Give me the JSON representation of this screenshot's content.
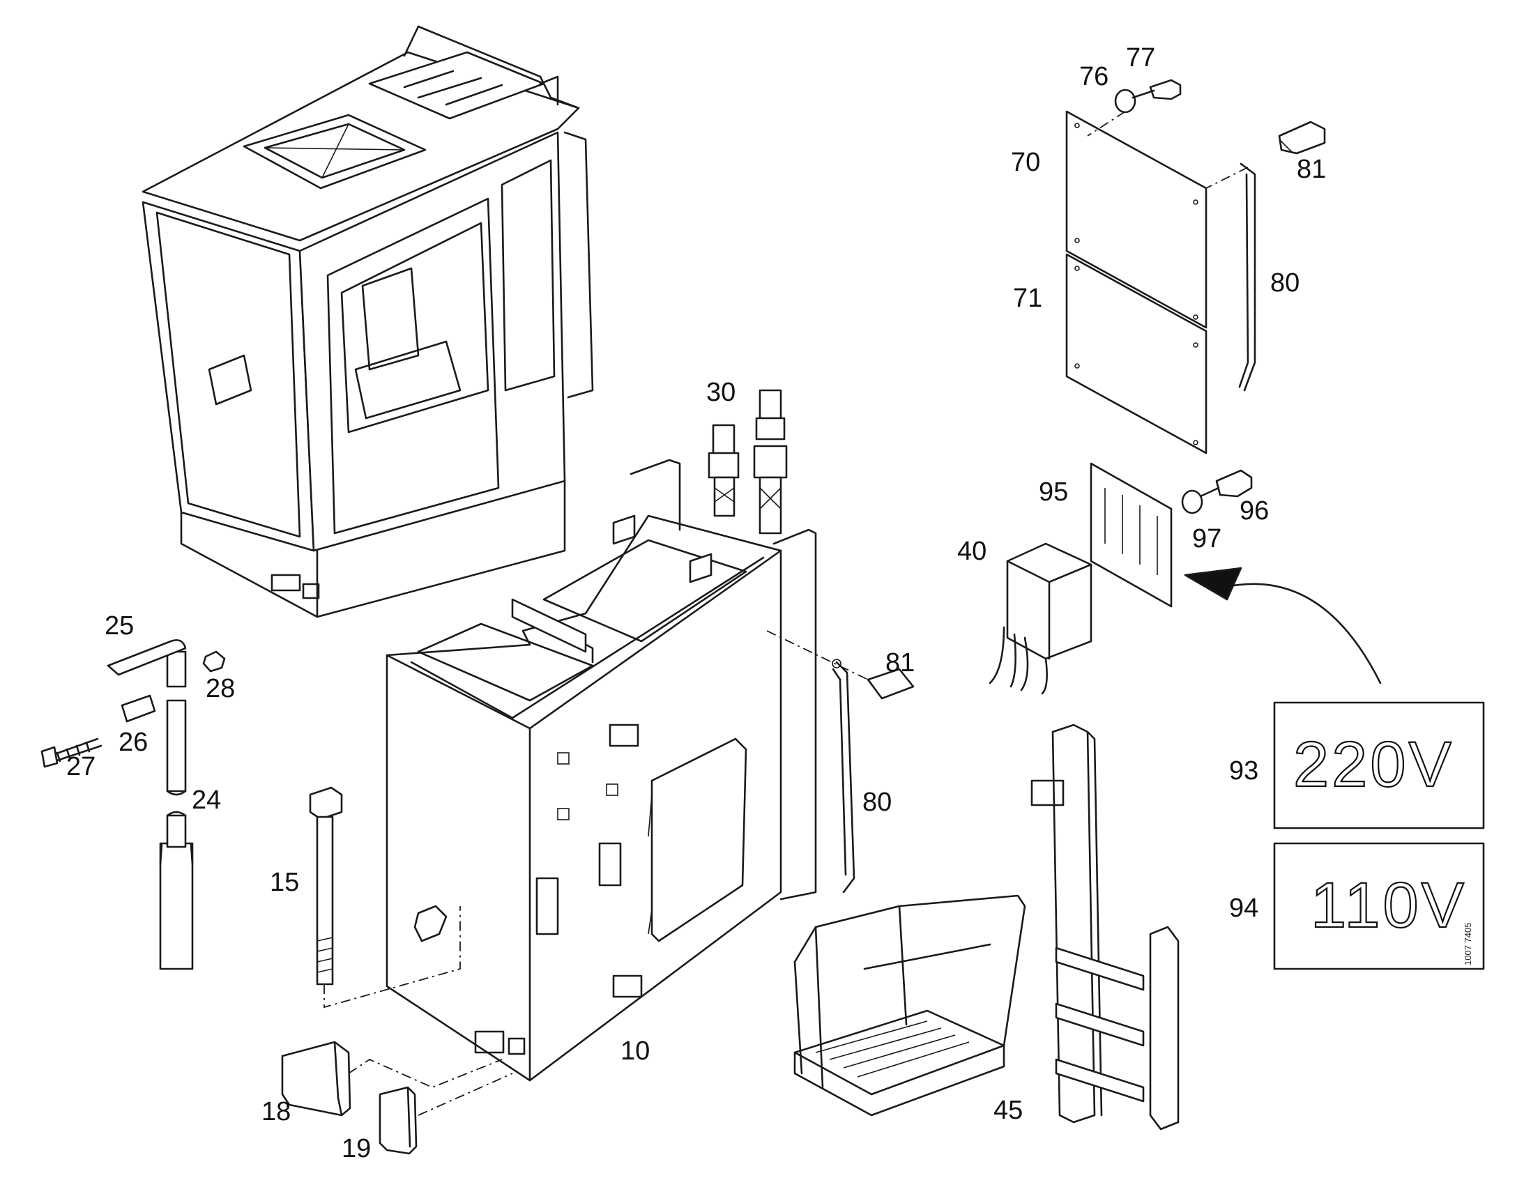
{
  "callouts": {
    "c10": "10",
    "c15": "15",
    "c18": "18",
    "c19": "19",
    "c24": "24",
    "c25": "25",
    "c26": "26",
    "c27": "27",
    "c28": "28",
    "c30": "30",
    "c40": "40",
    "c45": "45",
    "c70": "70",
    "c71": "71",
    "c76": "76",
    "c77": "77",
    "c80a": "80",
    "c80b": "80",
    "c81a": "81",
    "c81b": "81",
    "c93": "93",
    "c94": "94",
    "c95": "95",
    "c96": "96",
    "c97": "97"
  },
  "labels": {
    "voltage_220": "220V",
    "voltage_110": "110V",
    "drawing_ref": "1007 7405"
  }
}
